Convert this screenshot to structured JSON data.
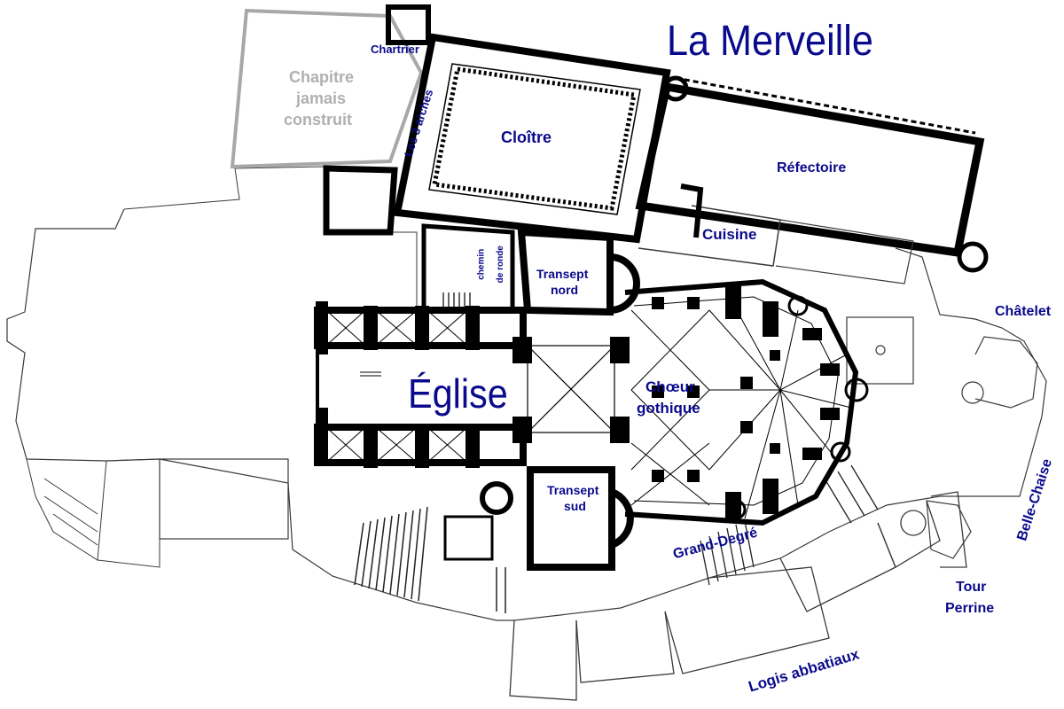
{
  "colors": {
    "label": "#0a0a8c",
    "wall": "#000000",
    "outline": "#3a3a3a",
    "ghost": "#a8a8a8",
    "ghost_text": "#b0b0b0",
    "background": "#ffffff"
  },
  "labels": {
    "merveille": "La Merveille",
    "eglise": "Église",
    "chartrier": "Chartrier",
    "chapitre": [
      "Chapitre",
      "jamais",
      "construit"
    ],
    "trois_arches": "Les 3 arches",
    "cloitre": "Cloître",
    "refectoire": "Réfectoire",
    "cuisine": "Cuisine",
    "chemin_de_ronde": [
      "chemin",
      "de ronde"
    ],
    "transept_nord": [
      "Transept",
      "nord"
    ],
    "transept_sud": [
      "Transept",
      "sud"
    ],
    "choeur_gothique": [
      "Chœur",
      "gothique"
    ],
    "chatelet": "Châtelet",
    "belle_chaise": "Belle-Chaise",
    "grand_degre": "Grand-Degré",
    "tour_perrine": [
      "Tour",
      "Perrine"
    ],
    "logis_abbatiaux": "Logis abbatiaux"
  }
}
